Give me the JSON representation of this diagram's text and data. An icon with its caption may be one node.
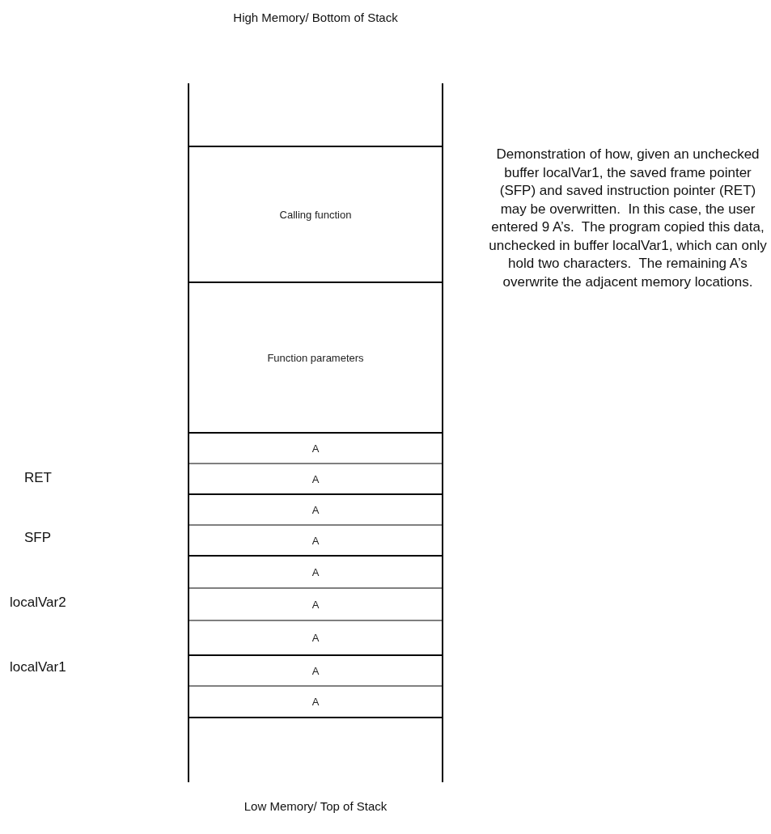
{
  "diagram": {
    "nodes": [
      {
        "text": [
          "Calling function"
        ]
      },
      {
        "text": [
          "Function parameters"
        ]
      },
      {
        "text": [
          "A"
        ]
      },
      {
        "text": [
          "A"
        ]
      },
      {
        "text": [
          "A"
        ]
      },
      {
        "text": [
          "A"
        ]
      },
      {
        "text": [
          "A"
        ]
      },
      {
        "text": [
          "A"
        ]
      },
      {
        "text": [
          "A"
        ]
      },
      {
        "text": [
          "A"
        ]
      },
      {
        "text": [
          "A"
        ]
      }
    ],
    "labels": [
      "High Memory/ Bottom of Stack",
      "Demonstration of how, given an unchecked buffer localVar1, the saved frame pointer (SFP) and saved instruction pointer (RET) may be overwritten.  In this case, the user entered 9 A’s.  The program copied this data, unchecked in buffer localVar1, which can only hold two characters.  The remaining A’s overwrite the adjacent memory locations.",
      "RET",
      "SFP",
      "localVar2",
      "localVar1",
      "Low Memory/ Top of Stack"
    ]
  }
}
